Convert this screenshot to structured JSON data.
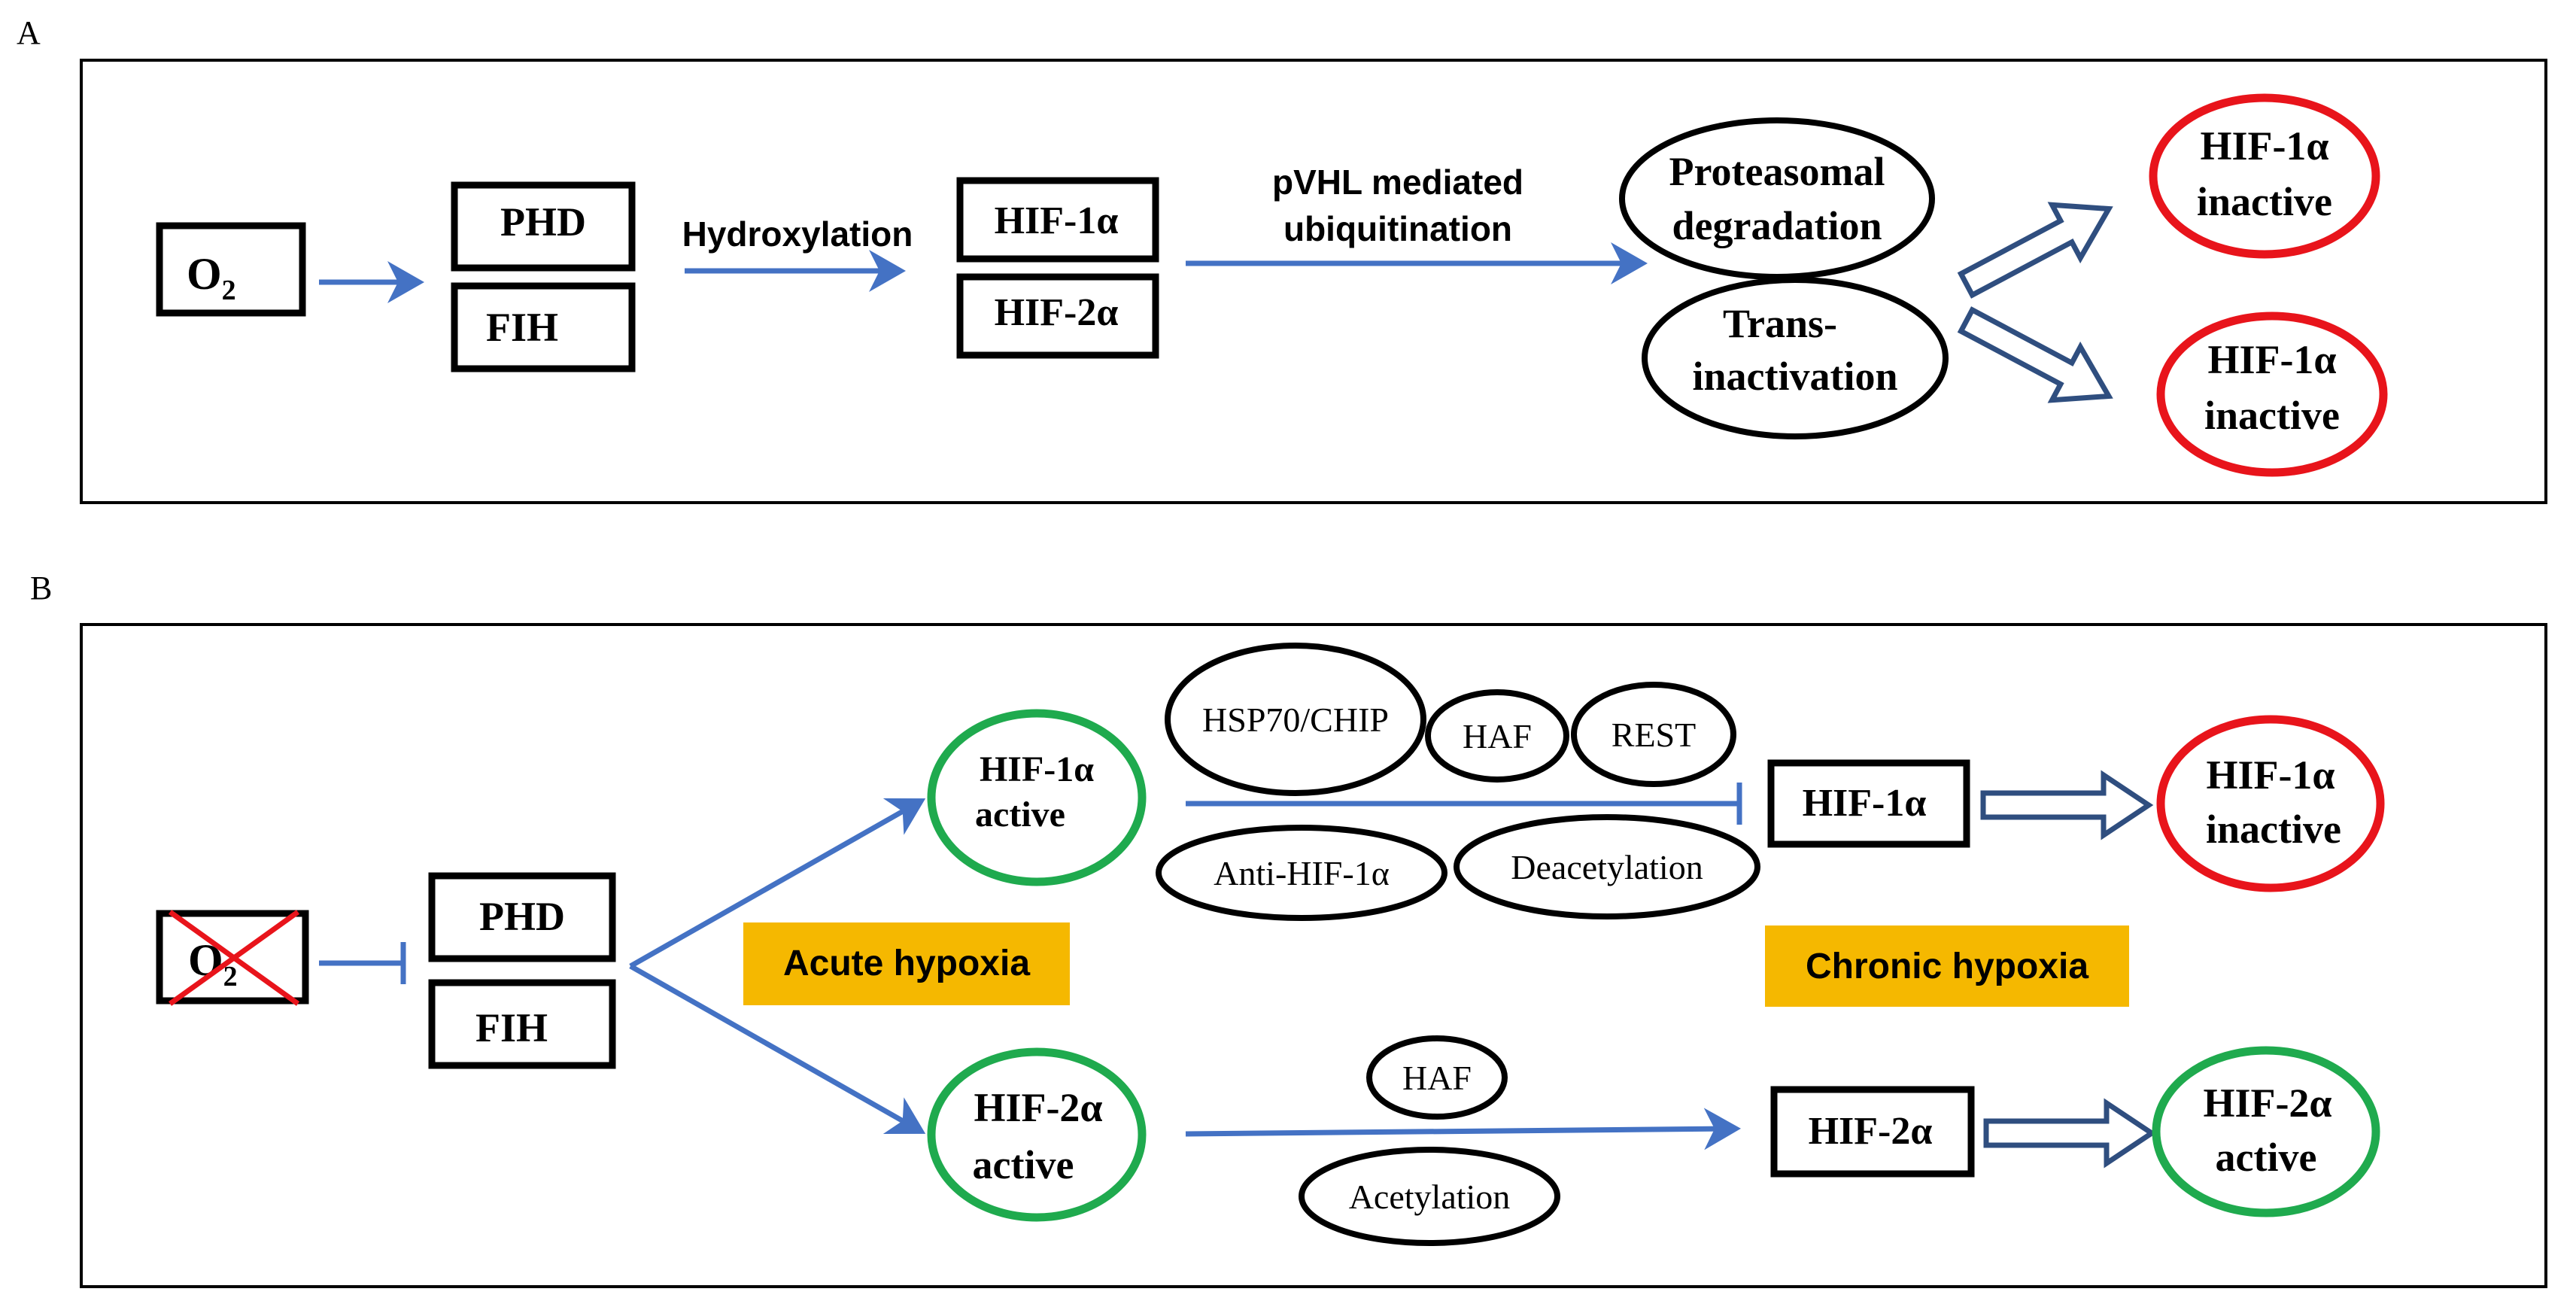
{
  "colors": {
    "arrow_blue": "#4472C4",
    "hollow_arrow": "#2F4E7F",
    "red": "#E8141B",
    "green": "#1FAA4E",
    "label_orange": "#F5B800",
    "cross": "#E8141B"
  },
  "panel_a": {
    "letter": "A",
    "o2_main": "O",
    "o2_sub": "2",
    "phd": "PHD",
    "fih": "FIH",
    "hydroxylation": "Hydroxylation",
    "hif1a": "HIF-1α",
    "hif2a": "HIF-2α",
    "pvhl_line1": "pVHL mediated",
    "pvhl_line2": "ubiquitination",
    "proteasomal_line1": "Proteasomal",
    "proteasomal_line2": "degradation",
    "trans_line1": "Trans-",
    "trans_line2": "inactivation",
    "out1_line1": "HIF-1α",
    "out1_line2": "inactive",
    "out2_line1": "HIF-1α",
    "out2_line2": "inactive"
  },
  "panel_b": {
    "letter": "B",
    "o2_main": "O",
    "o2_sub": "2",
    "phd": "PHD",
    "fih": "FIH",
    "acute_hypoxia": "Acute hypoxia",
    "chronic_hypoxia": "Chronic hypoxia",
    "hif1a_active_line1": "HIF-1α",
    "hif1a_active_line2": "active",
    "hif2a_active_line1": "HIF-2α",
    "hif2a_active_line2": "active",
    "hsp70": "HSP70/CHIP",
    "haf_top": "HAF",
    "rest": "REST",
    "anti_hif": "Anti-HIF-1α",
    "deacetylation": "Deacetylation",
    "haf_bottom": "HAF",
    "acetylation": "Acetylation",
    "hif1a_box": "HIF-1α",
    "hif2a_box": "HIF-2α",
    "out1_line1": "HIF-1α",
    "out1_line2": "inactive",
    "out2_line1": "HIF-2α",
    "out2_line2": "active"
  }
}
